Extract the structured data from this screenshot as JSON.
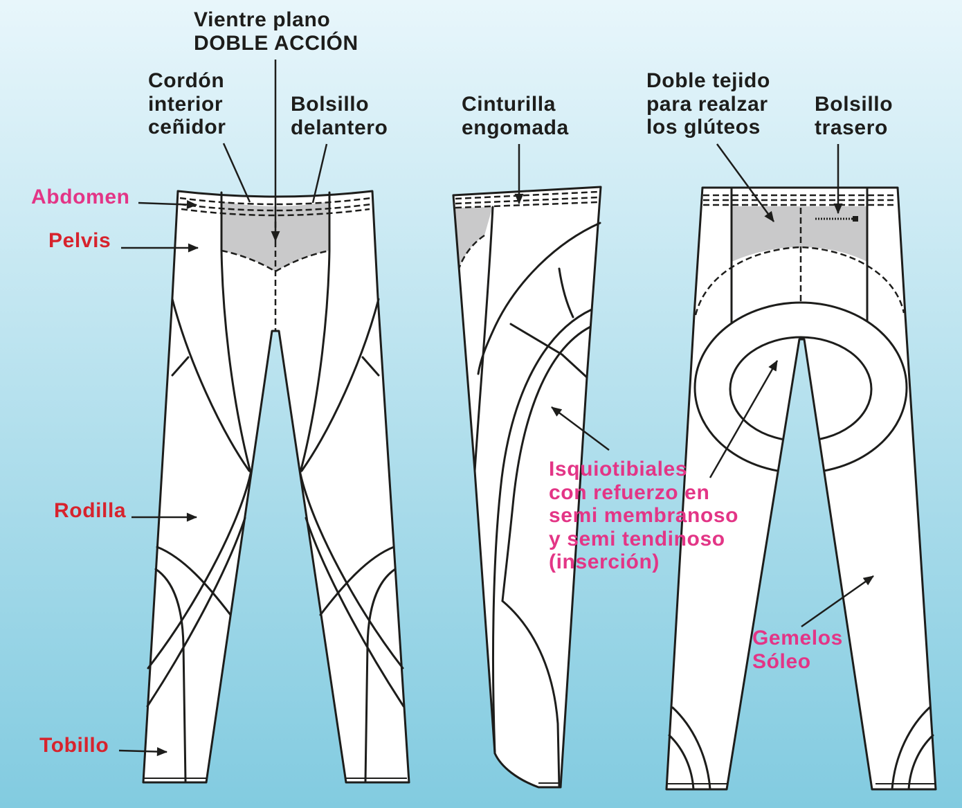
{
  "labels": {
    "vientre_plano": [
      "Vientre plano",
      "DOBLE ACCIÓN"
    ],
    "cordon": [
      "Cordón",
      "interior",
      "ceñidor"
    ],
    "bolsillo_delantero": [
      "Bolsillo",
      "delantero"
    ],
    "cinturilla": [
      "Cinturilla",
      "engomada"
    ],
    "doble_tejido": [
      "Doble tejido",
      "para realzar",
      "los glúteos"
    ],
    "bolsillo_trasero": [
      "Bolsillo",
      "trasero"
    ],
    "abdomen": "Abdomen",
    "pelvis": "Pelvis",
    "rodilla": "Rodilla",
    "tobillo": "Tobillo",
    "isquiotibiales": [
      "Isquiotibiales",
      "con refuerzo en",
      "semi membranoso",
      "y semi tendinoso",
      "(inserción)"
    ],
    "gemelos": [
      "Gemelos",
      "Sóleo"
    ]
  },
  "colors": {
    "text": "#1d1d1b",
    "pink": "#e33586",
    "red": "#d7232d",
    "panel_gray": "#c9c9ca",
    "outline": "#1d1d1b",
    "background_top": "#e8f6fb",
    "background_bottom": "#82cbe0"
  }
}
